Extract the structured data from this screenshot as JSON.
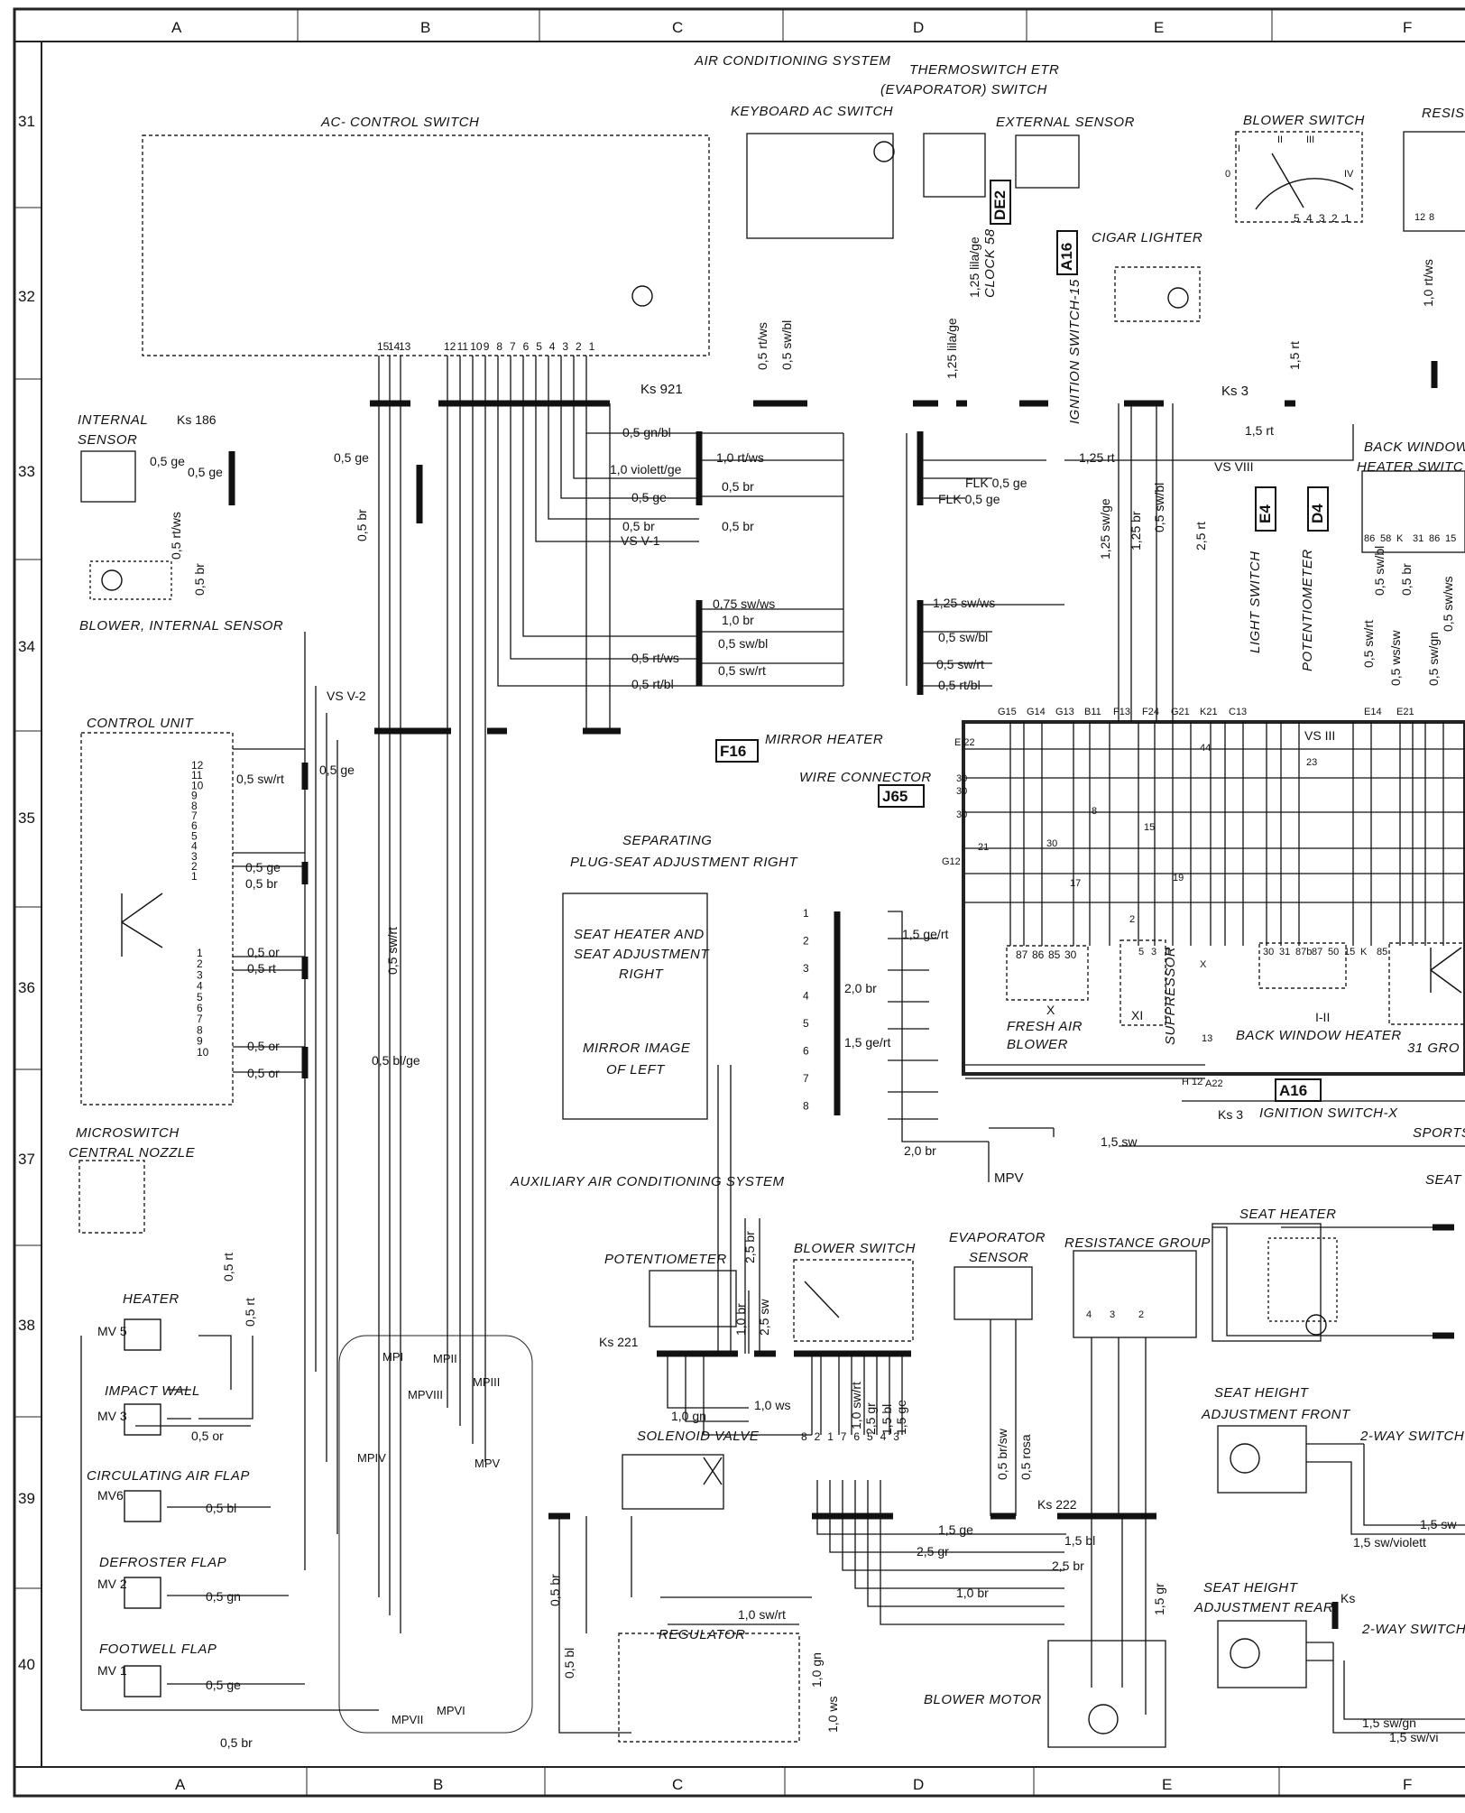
{
  "grid": {
    "columns": [
      "A",
      "B",
      "C",
      "D",
      "E",
      "F"
    ],
    "rows": [
      "31",
      "32",
      "33",
      "34",
      "35",
      "36",
      "37",
      "38",
      "39",
      "40"
    ]
  },
  "labels": {
    "air_conditioning_system": "AIR CONDITIONING SYSTEM",
    "thermoswitch": "THERMOSWITCH ETR",
    "evaporator_switch": "(EVAPORATOR) SWITCH",
    "ac_control_switch": "AC- CONTROL SWITCH",
    "keyboard_ac_switch": "KEYBOARD AC SWITCH",
    "external_sensor": "EXTERNAL SENSOR",
    "blower_switch_top": "BLOWER SWITCH",
    "resis": "RESIS",
    "cigar_lighter": "CIGAR LIGHTER",
    "internal_sensor_1": "INTERNAL",
    "internal_sensor_2": "SENSOR",
    "blower_internal_sensor": "BLOWER, INTERNAL SENSOR",
    "back_window_1": "BACK WINDOW",
    "back_window_2": "HEATER SWITC",
    "control_unit": "CONTROL UNIT",
    "mirror_heater": "MIRROR HEATER",
    "wire_connector": "WIRE CONNECTOR",
    "separating_1": "SEPARATING",
    "separating_2": "PLUG-SEAT ADJUSTMENT RIGHT",
    "seat_heater_right_1": "SEAT HEATER AND",
    "seat_heater_right_2": "SEAT ADJUSTMENT",
    "seat_heater_right_3": "RIGHT",
    "mirror_image_1": "MIRROR IMAGE",
    "mirror_image_2": "OF LEFT",
    "fresh_air_1": "FRESH AIR",
    "fresh_air_2": "BLOWER",
    "suppressor": "SUPPRESSOR",
    "back_window_heater": "BACK WINDOW HEATER",
    "gro": "31 GRO",
    "ignition_switch_x": "IGNITION SWITCH-X",
    "sports": "SPORTS",
    "seat": "SEAT",
    "microswitch_1": "MICROSWITCH",
    "microswitch_2": "CENTRAL NOZZLE",
    "auxiliary": "AUXILIARY AIR CONDITIONING SYSTEM",
    "potentiometer": "POTENTIOMETER",
    "blower_switch_low": "BLOWER SWITCH",
    "evaporator_1": "EVAPORATOR",
    "evaporator_2": "SENSOR",
    "resistance_group": "RESISTANCE GROUP",
    "seat_heater": "SEAT HEATER",
    "heater": "HEATER",
    "impact_wall": "IMPACT WALL",
    "solenoid_valve": "SOLENOID VALVE",
    "seat_height_front_1": "SEAT HEIGHT",
    "seat_height_front_2": "ADJUSTMENT FRONT",
    "two_way_switch_1": "2-WAY SWITCH",
    "circulating": "CIRCULATING AIR FLAP",
    "defroster": "DEFROSTER FLAP",
    "footwell": "FOOTWELL FLAP",
    "regulator": "REGULATOR",
    "seat_height_rear_1": "SEAT HEIGHT",
    "seat_height_rear_2": "ADJUSTMENT REAR",
    "two_way_switch_2": "2-WAY SWITCH",
    "blower_motor": "BLOWER MOTOR",
    "clock": "CLOCK 58",
    "ignition_switch_15": "IGNITION SWITCH-15",
    "light_switch": "LIGHT SWITCH",
    "potentiometer_v": "POTENTIOMETER"
  },
  "refs": {
    "de2": "DE2",
    "a16_top": "A16",
    "e4": "E4",
    "d4": "D4",
    "f16": "F16",
    "j65": "J65",
    "a16_bottom": "A16"
  },
  "connectors": {
    "ks921": "Ks 921",
    "ks186": "Ks 186",
    "ks3": "Ks 3",
    "ks3_v": "Ks 3",
    "ks3_bottom": "Ks 3",
    "ks221": "Ks 221",
    "ks222": "Ks 222",
    "ks": "Ks",
    "mpv": "MPV",
    "vs_v1": "VS V-1",
    "vs_v2": "VS V-2",
    "vs_viii": "VS VIII",
    "vs_iii": "VS III",
    "mv5": "MV 5",
    "mv3": "MV 3",
    "mv6": "MV6",
    "mv2": "MV 2",
    "mv1": "MV 1",
    "i_ii": "I-II",
    "x": "X",
    "xi": "XI",
    "flk1": "FLK 0,5 ge",
    "flk2": "FLK 0,5 ge"
  },
  "car_points": [
    "MPI",
    "MPII",
    "MPIII",
    "MPVIII",
    "MPIV",
    "MPV",
    "MPVI",
    "MPVII"
  ],
  "wires": {
    "w_05gnbl": "0,5 gn/bl",
    "w_10violett": "1,0 violett/ge",
    "w_05ge_a": "0,5 ge",
    "w_05br_a": "0,5 br",
    "w_10rtws": "1,0 rt/ws",
    "w_05br_b": "0,5 br",
    "w_05br_c": "0,5 br",
    "w_075swws": "0,75 sw/ws",
    "w_10br": "1,0 br",
    "w_05swbl": "0,5 sw/bl",
    "w_05rtws": "0,5 rt/ws",
    "w_05swrt": "0,5 sw/rt",
    "w_05rtbl": "0,5 rt/bl",
    "w_125swws": "1,25 sw/ws",
    "w_05swbl_r": "0,5 sw/bl",
    "w_05swrt_r": "0,5 sw/rt",
    "w_05rtbl_r": "0,5 rt/bl",
    "w_15rt": "1,5 rt",
    "w_125rt": "1,25 rt",
    "w_05ge_i": "0,5 ge",
    "w_05ge_i2": "0,5 ge",
    "w_05ge_i3": "0,5 ge",
    "w_05rtws_v": "0,5 rt/ws",
    "w_05br_v": "0,5 br",
    "w_05br_v2": "0,5 br",
    "w_05swrt_cu": "0,5 sw/rt",
    "w_05ge_cu": "0,5 ge",
    "w_05ge_cu2": "0,5 ge",
    "w_05br_cu": "0,5 br",
    "w_05or_cu": "0,5 or",
    "w_05rt_cu": "0,5 rt",
    "w_05or_cu2": "0,5 or",
    "w_05or_cu3": "0,5 or",
    "w_05blge": "0,5 bl/ge",
    "w_05swrt_v": "0,5 sw/rt",
    "w_15gert": "1,5 ge/rt",
    "w_20br": "2,0 br",
    "w_15gert2": "1,5 ge/rt",
    "w_20br2": "2,0 br",
    "w_15sw": "1,5 sw",
    "w_05rt_mv": "0,5 rt",
    "w_05rt_mv2": "0,5 rt",
    "w_05or_mv": "0,5 or",
    "w_05bl_mv": "0,5 bl",
    "w_05gn_mv": "0,5 gn",
    "w_05ge_mv": "0,5 ge",
    "w_05br_mv": "0,5 br",
    "w_05rtws_ks": "0,5 rt/ws",
    "w_05swbl_ks": "0,5 sw/bl",
    "w_125lilage": "1,25 lila/ge",
    "w_125lilage2": "1,25 lila/ge",
    "w_15rt_v": "1,5 rt",
    "w_10rtws_v": "1,0 rt/ws",
    "w_125swge": "1,25 sw/ge",
    "w_125br": "1,25 br",
    "w_05swbl_v": "0,5 sw/bl",
    "w_25rt": "2,5 rt",
    "w_05swrt_vs": "0,5 sw/rt",
    "w_05swbl_vs": "0,5 sw/bl",
    "w_05wssw": "0,5 ws/sw",
    "w_05br_vs": "0,5 br",
    "w_05swgn": "0,5 sw/gn",
    "w_05swws": "0,5 sw/ws",
    "w_25br": "2,5 br",
    "w_25sw": "2,5 sw",
    "w_10br_p": "1,0 br",
    "w_10gn": "1,0 gn",
    "w_10ws": "1,0 ws",
    "w_10swrt": "1,0 sw/rt",
    "w_25gr": "2,5 gr",
    "w_15bl": "1,5 bl",
    "w_15ge": "1,5 ge",
    "w_05brsw": "0,5 br/sw",
    "w_05rosa": "0,5 rosa",
    "w_15ge_h": "1,5 ge",
    "w_15bl_h": "1,5 bl",
    "w_25gr_h": "2,5 gr",
    "w_25br_h": "2,5 br",
    "w_10br_h": "1,0 br",
    "w_10swrt_h": "1,0 sw/rt",
    "w_15gr": "1,5 gr",
    "w_05br_s": "0,5 br",
    "w_05bl_s": "0,5 bl",
    "w_10gn_s": "1,0 gn",
    "w_10ws_s": "1,0 ws",
    "w_15sw_f": "1,5 sw",
    "w_15swviolett": "1,5 sw/violett",
    "w_15swgn": "1,5 sw/gn",
    "w_15swvi": "1,5 sw/vi"
  },
  "pins": {
    "ac_pins": [
      "15",
      "14",
      "13",
      "12",
      "11",
      "10",
      "9",
      "8",
      "7",
      "6",
      "5",
      "4",
      "3",
      "2",
      "1"
    ],
    "cu_pins_top": [
      "12",
      "11",
      "10",
      "9",
      "8",
      "7",
      "6",
      "5",
      "4",
      "3",
      "2",
      "1"
    ],
    "cu_pins_bottom": [
      "1",
      "2",
      "3",
      "4",
      "5",
      "6",
      "7",
      "8",
      "9",
      "10"
    ],
    "seat_pins": [
      "1",
      "2",
      "3",
      "4",
      "5",
      "6",
      "7",
      "8"
    ],
    "blower_switch_pins": [
      "5",
      "4",
      "3",
      "2",
      "1"
    ],
    "plug_pins": [
      "8",
      "2",
      "1",
      "7",
      "6",
      "5",
      "4",
      "3"
    ],
    "relay_pins": [
      "87",
      "86",
      "85",
      "30"
    ],
    "bwh_pins": [
      "30",
      "31",
      "87b",
      "87",
      "50",
      "15",
      "K",
      "85"
    ],
    "bws_pins": [
      "86",
      "58",
      "K",
      "31",
      "86",
      "15"
    ],
    "g_pins": [
      "G15",
      "G14",
      "G13",
      "B11",
      "F13",
      "F24",
      "G21",
      "K21",
      "C13",
      "E14",
      "E21"
    ],
    "misc": [
      "E 22",
      "30",
      "30",
      "30",
      "G12",
      "21",
      "17",
      "8",
      "15",
      "30",
      "19",
      "23",
      "44",
      "H 12",
      "A22",
      "13",
      "2",
      "5",
      "3",
      "1",
      "X",
      "I",
      "II",
      "III",
      "IV",
      "0",
      "4",
      "3",
      "2",
      "1",
      "2",
      "8"
    ]
  }
}
